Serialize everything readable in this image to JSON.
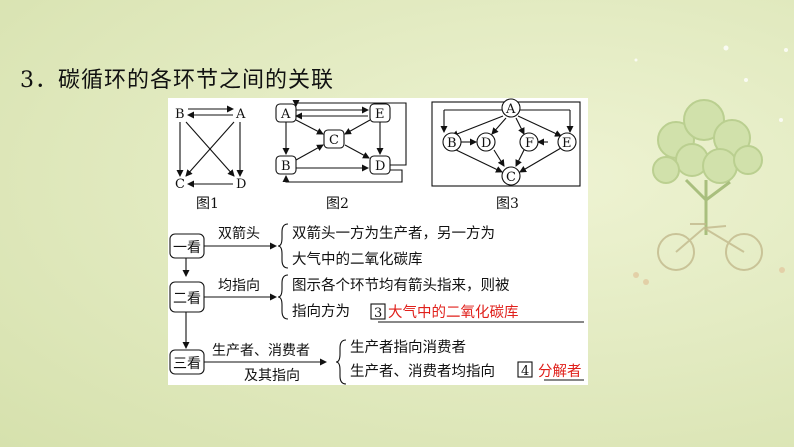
{
  "heading": "3．碳循环的各环节之间的关联",
  "figures": {
    "fig1": {
      "caption": "图1",
      "nodes": {
        "A": "A",
        "B": "B",
        "C": "C",
        "D": "D"
      }
    },
    "fig2": {
      "caption": "图2",
      "nodes": {
        "A": "A",
        "B": "B",
        "C": "C",
        "D": "D",
        "E": "E"
      }
    },
    "fig3": {
      "caption": "图3",
      "nodes": {
        "A": "A",
        "B": "B",
        "C": "C",
        "D": "D",
        "E": "E",
        "F": "F"
      }
    }
  },
  "steps": [
    {
      "box": "一看",
      "key": "双箭头",
      "lines": [
        "双箭头一方为生产者，另一方为",
        "大气中的二氧化碳库"
      ]
    },
    {
      "box": "二看",
      "key": "均指向",
      "lines": [
        "图示各个环节均有箭头指来，则被",
        "指向方为"
      ],
      "blank_num": "3",
      "answer": "大气中的二氧化碳库"
    },
    {
      "box": "三看",
      "key_lines": [
        "生产者、消费者",
        "及其指向"
      ],
      "lines": [
        "生产者指向消费者",
        "生产者、消费者均指向"
      ],
      "blank_num": "4",
      "answer": "分解者"
    }
  ],
  "colors": {
    "answer": "#e0201b",
    "ink": "#111111"
  }
}
